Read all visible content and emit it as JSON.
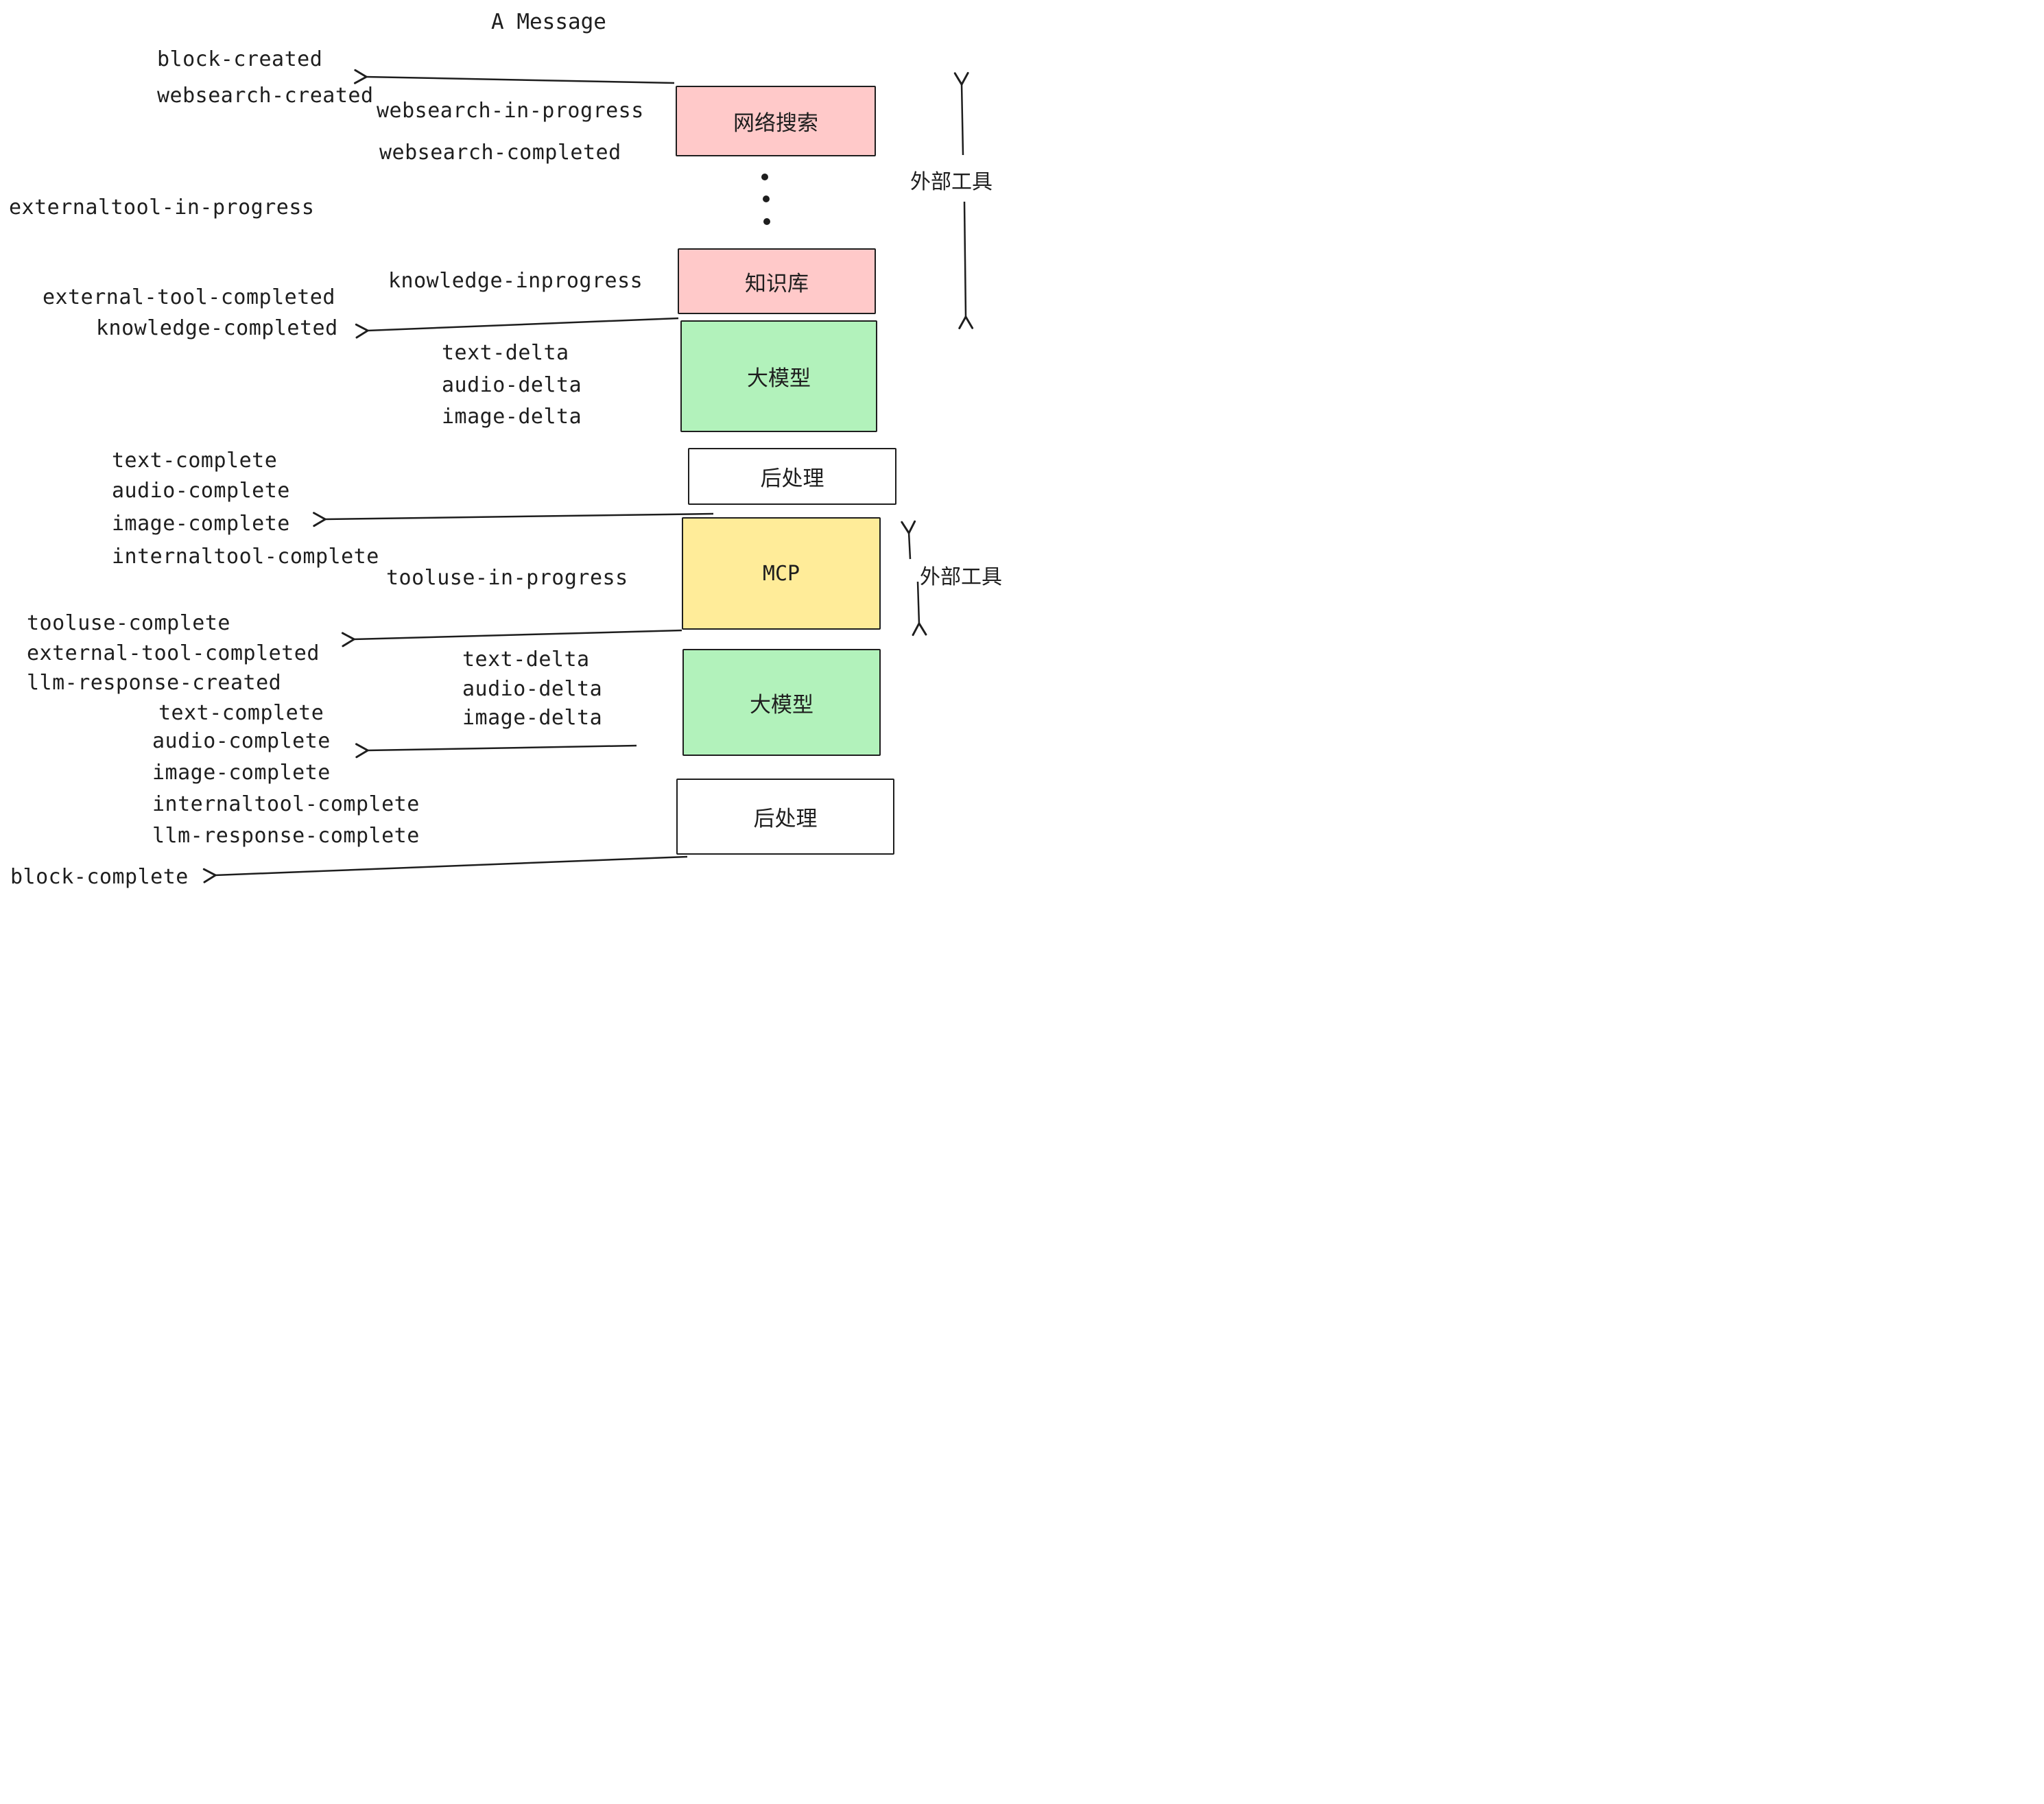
{
  "title": "A Message",
  "events": {
    "block_created": "block-created",
    "websearch_created": "websearch-created",
    "websearch_in_progress": "websearch-in-progress",
    "websearch_completed": "websearch-completed",
    "externaltool_in_progress": "externaltool-in-progress",
    "knowledge_inprogress": "knowledge-inprogress",
    "external_tool_completed_1": "external-tool-completed",
    "knowledge_completed": "knowledge-completed",
    "text_delta_1": "text-delta",
    "audio_delta_1": "audio-delta",
    "image_delta_1": "image-delta",
    "text_complete_1": "text-complete",
    "audio_complete_1": "audio-complete",
    "image_complete_1": "image-complete",
    "internaltool_complete_1": "internaltool-complete",
    "tooluse_in_progress": "tooluse-in-progress",
    "tooluse_complete": "tooluse-complete",
    "external_tool_completed_2": "external-tool-completed",
    "llm_response_created": "llm-response-created",
    "text_complete_2": "text-complete",
    "text_delta_2": "text-delta",
    "audio_delta_2": "audio-delta",
    "image_delta_2": "image-delta",
    "audio_complete_2": "audio-complete",
    "image_complete_2": "image-complete",
    "internaltool_complete_2": "internaltool-complete",
    "llm_response_complete": "llm-response-complete",
    "block_complete": "block-complete"
  },
  "boxes": {
    "websearch": "网络搜索",
    "knowledge": "知识库",
    "llm1": "大模型",
    "post1": "后处理",
    "mcp": "MCP",
    "llm2": "大模型",
    "post2": "后处理"
  },
  "annotations": {
    "external_tool_1": "外部工具",
    "external_tool_2": "外部工具"
  },
  "colors": {
    "pink": "#ffc9c9",
    "green": "#b2f2bb",
    "yellow": "#ffec99",
    "white": "#ffffff",
    "stroke": "#1e1e1e"
  }
}
